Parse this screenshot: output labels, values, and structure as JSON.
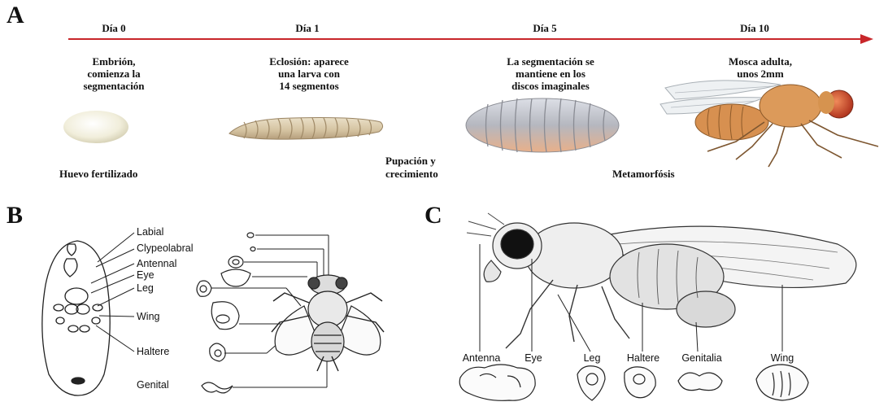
{
  "panel_a": {
    "letter": "A",
    "days": [
      "Día 0",
      "Día 1",
      "Día 5",
      "Día 10"
    ],
    "stages": [
      "Embrión,\ncomienza la\nsegmentación",
      "Eclosión: aparece\nuna larva con\n14 segmentos",
      "La segmentación se\nmantiene en los\ndiscos imaginales",
      "Mosca adulta,\nunos 2mm"
    ],
    "processes": [
      "Huevo fertilizado",
      "Pupación y\ncrecimiento",
      "Metamorfósis"
    ],
    "colors": {
      "arrow": "#c8262a",
      "egg": "#f3f0e2",
      "larva": "#d9c9a8",
      "pupa": "#c9b8a8",
      "fly_body": "#d9904e",
      "fly_eye": "#c0442a"
    }
  },
  "panel_b": {
    "letter": "B",
    "labels": [
      "Labial",
      "Clypeolabral",
      "Antennal",
      "Eye",
      "Leg",
      "Wing",
      "Haltere",
      "Genital"
    ]
  },
  "panel_c": {
    "letter": "C",
    "labels": [
      "Antenna",
      "Eye",
      "Leg",
      "Haltere",
      "Genitalia",
      "Wing"
    ]
  }
}
